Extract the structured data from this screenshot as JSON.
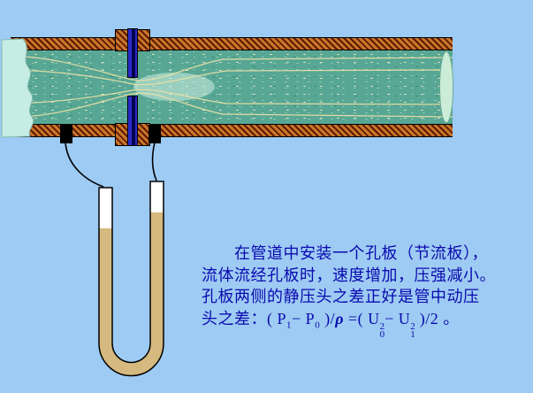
{
  "page": {
    "background_color": "#9ECBF3",
    "title": "orifice-plate-flow-diagram"
  },
  "diagram": {
    "pipe": {
      "fluid_color": "#57A794",
      "wall_hatch_colors": [
        "#5E1A00",
        "#C8762A"
      ],
      "streamline_color": "#EADFA6",
      "endcap_color": "#CBEDD7",
      "break_color": "#C6EDE4"
    },
    "orifice": {
      "plate_color": "#2A2AC8",
      "flange_hatch_colors": [
        "#5E1A00",
        "#C8762A"
      ]
    },
    "manometer": {
      "tube_fill": "#FFFFFF",
      "tube_stroke": "#000000",
      "liquid_color": "#D5B97E",
      "left_level_higher_than_right": false
    },
    "taps": {
      "color": "#000000",
      "count": 2
    }
  },
  "caption": {
    "text_color": "#0A0AAE",
    "line1": "　　在管道中安装一个孔板（节流板），",
    "line2": "流体流经孔板时，速度增加，压强减小。",
    "line3": "孔板两侧的静压头之差正好是管中动压",
    "formula": {
      "head": "头之差：( P",
      "sub_p1": "1",
      "seg1": "− P",
      "sub_p0": "0",
      "seg2": " )/",
      "rho": "ρ",
      "seg3": " =( U",
      "u0_sup": "2",
      "u0_sub": "0",
      "seg4": "− U",
      "u1_sup": "2",
      "u1_sub": "1",
      "tail": " )/2 。"
    }
  }
}
